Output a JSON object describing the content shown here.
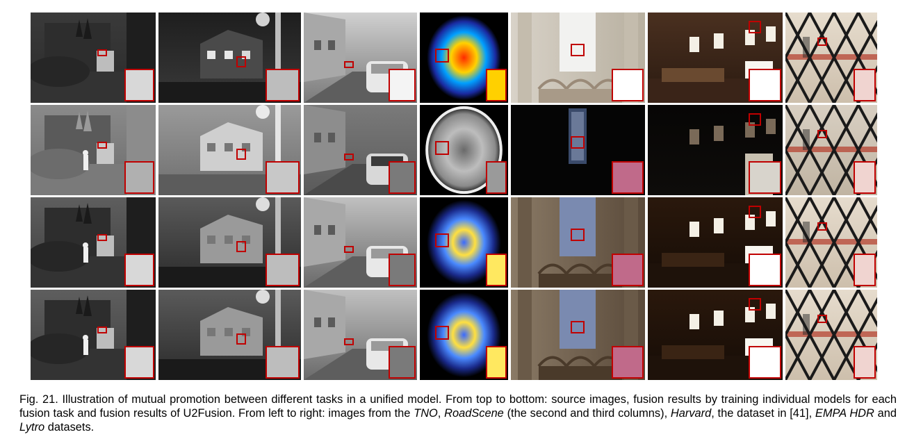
{
  "figure": {
    "rows": 4,
    "columns": 7,
    "row_content": [
      "source images (first)",
      "source images (second)",
      "individual models",
      "U2Fusion"
    ]
  },
  "caption": {
    "p1": "Fig. 21. Illustration of mutual promotion between different tasks in a unified model. From top to bottom: source images, fusion results by training individual models for each fusion task and fusion results of U2Fusion. From left to right: images from the ",
    "tno": "TNO",
    "p2": ", ",
    "roadscene": "RoadScene",
    "p3": " (the second and third columns), ",
    "harvard": "Harvard",
    "p4": ", the dataset in [41], ",
    "empa": "EMPA HDR",
    "p5": " and ",
    "lytro": "Lytro",
    "p6": " datasets."
  },
  "colors": {
    "highlight_box": "#c00000"
  }
}
